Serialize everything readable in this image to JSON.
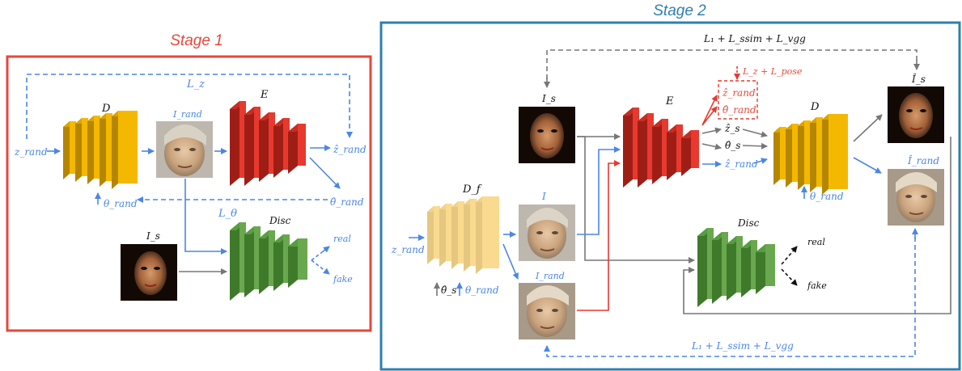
{
  "stage1": {
    "title": "Stage 1",
    "title_color": "#e8463b",
    "decoder_label": "D",
    "encoder_label": "E",
    "disc_label": "Disc",
    "z_rand": "z_rand",
    "theta_rand": "θ_rand",
    "I_rand": "I_rand",
    "z_hat_rand": "ẑ_rand",
    "theta_hat_rand": "θ̂_rand",
    "loss_z": "L_z",
    "loss_theta": "L_θ",
    "I_s": "I_s",
    "real": "real",
    "fake": "fake"
  },
  "stage2": {
    "title": "Stage 2",
    "title_color": "#2e7fb0",
    "frozen_decoder_label": "D_f",
    "encoder_label": "E",
    "decoder_label": "D",
    "disc_label": "Disc",
    "I_s": "I_s",
    "I": "I",
    "I_rand": "I_rand",
    "I_hat_s": "Î_s",
    "I_hat_rand": "Î_rand",
    "z_rand": "z_rand",
    "theta_hat_s_input": "θ̂_s",
    "theta_rand_input": "θ_rand",
    "z_hat_s": "ẑ_s",
    "theta_hat_s": "θ̂_s",
    "z_hat_rand": "ẑ_rand",
    "theta_hat_rand": "θ̂_rand",
    "theta_rand_decoder": "θ_rand",
    "loss_pose": "L_z + L_pose",
    "loss_top": "L₁ + L_ssim + L_vgg",
    "loss_bottom": "L₁ + L_ssim + L_vgg",
    "real": "real",
    "fake": "fake"
  },
  "colors": {
    "decoder": "#f5b800",
    "encoder": "#e8392e",
    "discriminator": "#6aa84f",
    "frozen": "#f9d98a",
    "blue_arrow": "#4a86e8",
    "gray_arrow": "#777777",
    "red_arrow": "#e8392e"
  }
}
